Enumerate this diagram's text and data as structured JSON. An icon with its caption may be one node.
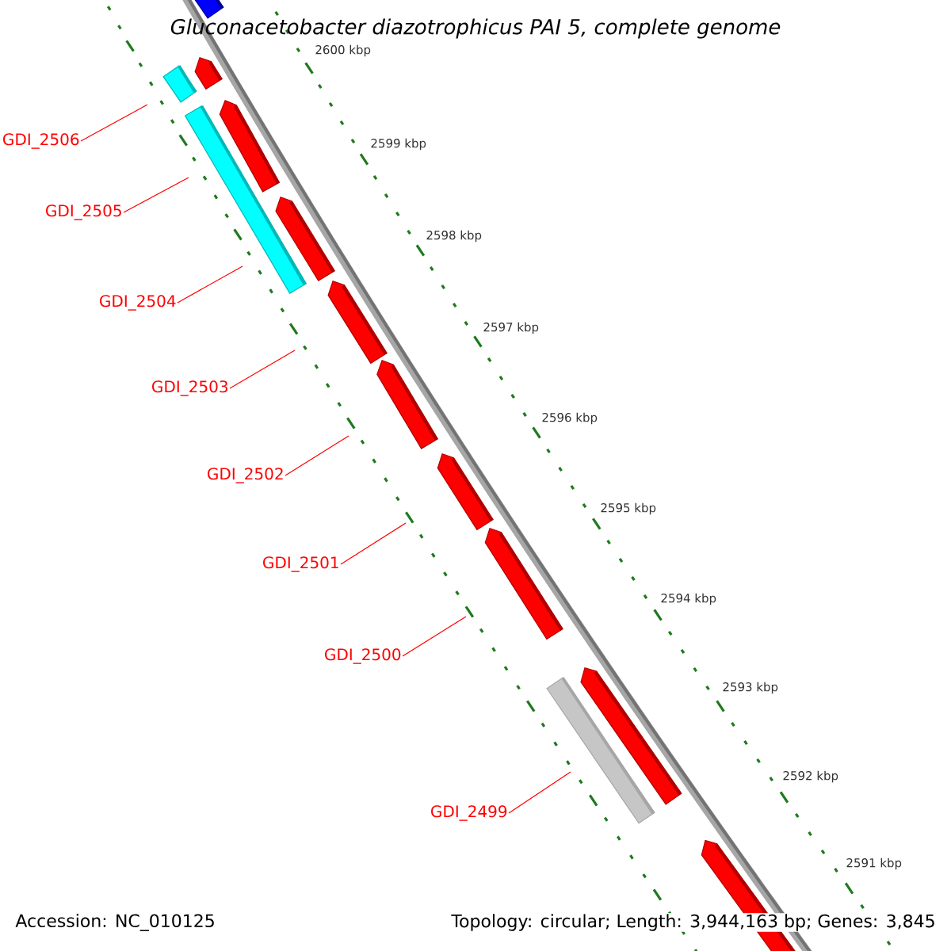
{
  "diagram": {
    "title": "*Gluconacetobacter diazotrophicus* PAI 5, complete genome",
    "nodes": [
      {
        "text": [
          "GDI_2506"
        ]
      },
      {
        "text": [
          "GDI_2505"
        ]
      },
      {
        "text": [
          "GDI_2504"
        ]
      },
      {
        "text": [
          "GDI_2503"
        ]
      },
      {
        "text": [
          "GDI_2502"
        ]
      },
      {
        "text": [
          "GDI_2501"
        ]
      },
      {
        "text": [
          "GDI_2500"
        ]
      },
      {
        "text": [
          "GDI_2499"
        ]
      }
    ],
    "edges": [
      {
        "from": 0,
        "to": null,
        "arrow": "none"
      },
      {
        "from": 1,
        "to": null,
        "arrow": "none"
      },
      {
        "from": 2,
        "to": null,
        "arrow": "none"
      },
      {
        "from": 3,
        "to": null,
        "arrow": "none"
      },
      {
        "from": 4,
        "to": null,
        "arrow": "none"
      },
      {
        "from": 5,
        "to": null,
        "arrow": "none"
      },
      {
        "from": 6,
        "to": null,
        "arrow": "none"
      },
      {
        "from": 7,
        "to": null,
        "arrow": "none"
      }
    ],
    "labels": [
      "2600 kbp",
      "2599 kbp",
      "2598 kbp",
      "2597 kbp",
      "2596 kbp",
      "2595 kbp",
      "2594 kbp",
      "2593 kbp",
      "2592 kbp",
      "2591 kbp",
      "Accession: NC_010125",
      "Topology: circular; Length: 3,944,163 bp; Genes: 3,845"
    ]
  }
}
